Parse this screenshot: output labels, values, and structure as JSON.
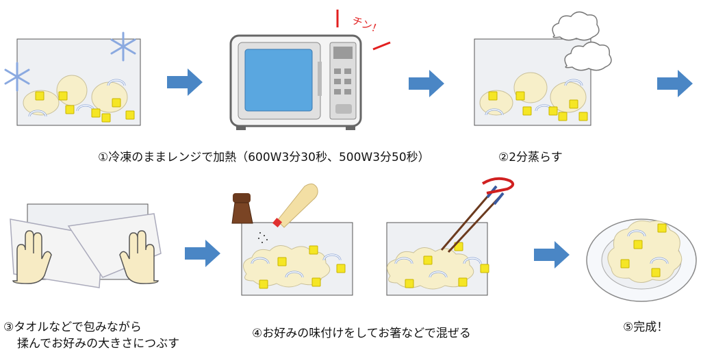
{
  "steps": [
    {
      "caption": "①冷凍のままレンジで加熱（600W3分30秒、500W3分50秒）"
    },
    {
      "caption": "②2分蒸らす"
    },
    {
      "caption_line1": "③タオルなどで包みながら",
      "caption_line2": "揉んでお好みの大きさにつぶす"
    },
    {
      "caption": "④お好みの味付けをしてお箸などで混ぜる"
    },
    {
      "caption": "⑤完成！"
    }
  ],
  "microwave_sound": "チン！",
  "colors": {
    "arrow": "#4a86c5",
    "butter": "#f5e625",
    "potato": "#f7efc9",
    "window": "#5aa7e0"
  }
}
